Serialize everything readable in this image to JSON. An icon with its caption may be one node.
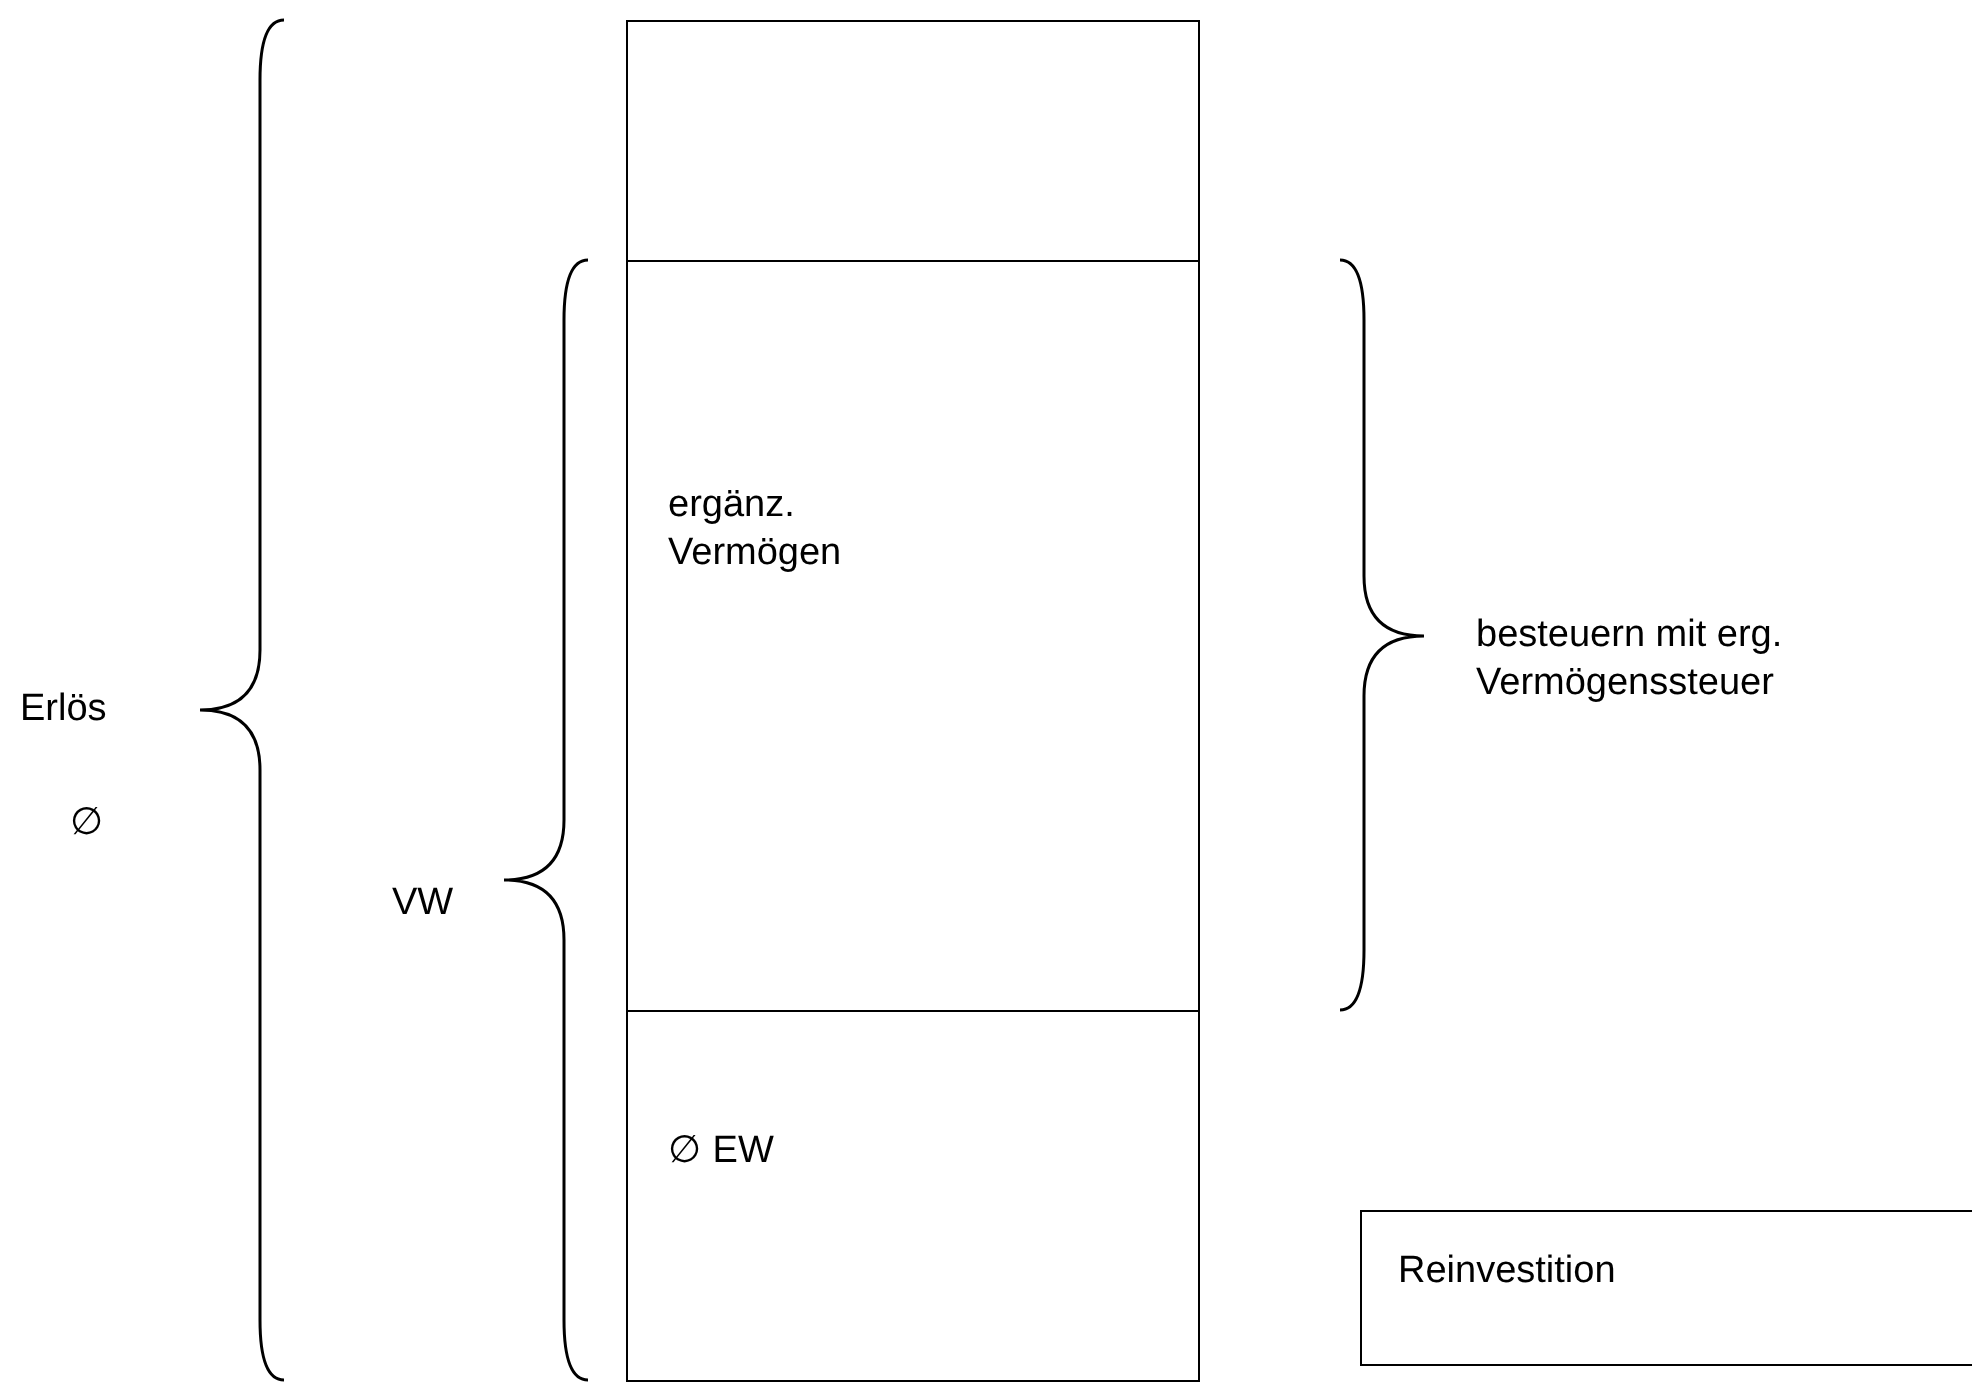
{
  "diagram": {
    "nodes": [
      {
        "text": [],
        "shape": "box"
      },
      {
        "text": [
          "ergänz. Vermögen"
        ]
      },
      {
        "text": [
          "∅ EW"
        ]
      },
      {
        "text": [
          "Reinvestition"
        ]
      }
    ],
    "labels": [
      "Erlös",
      "besteuern mit erg. Vermögenssteuer",
      "∅",
      "VW"
    ]
  }
}
